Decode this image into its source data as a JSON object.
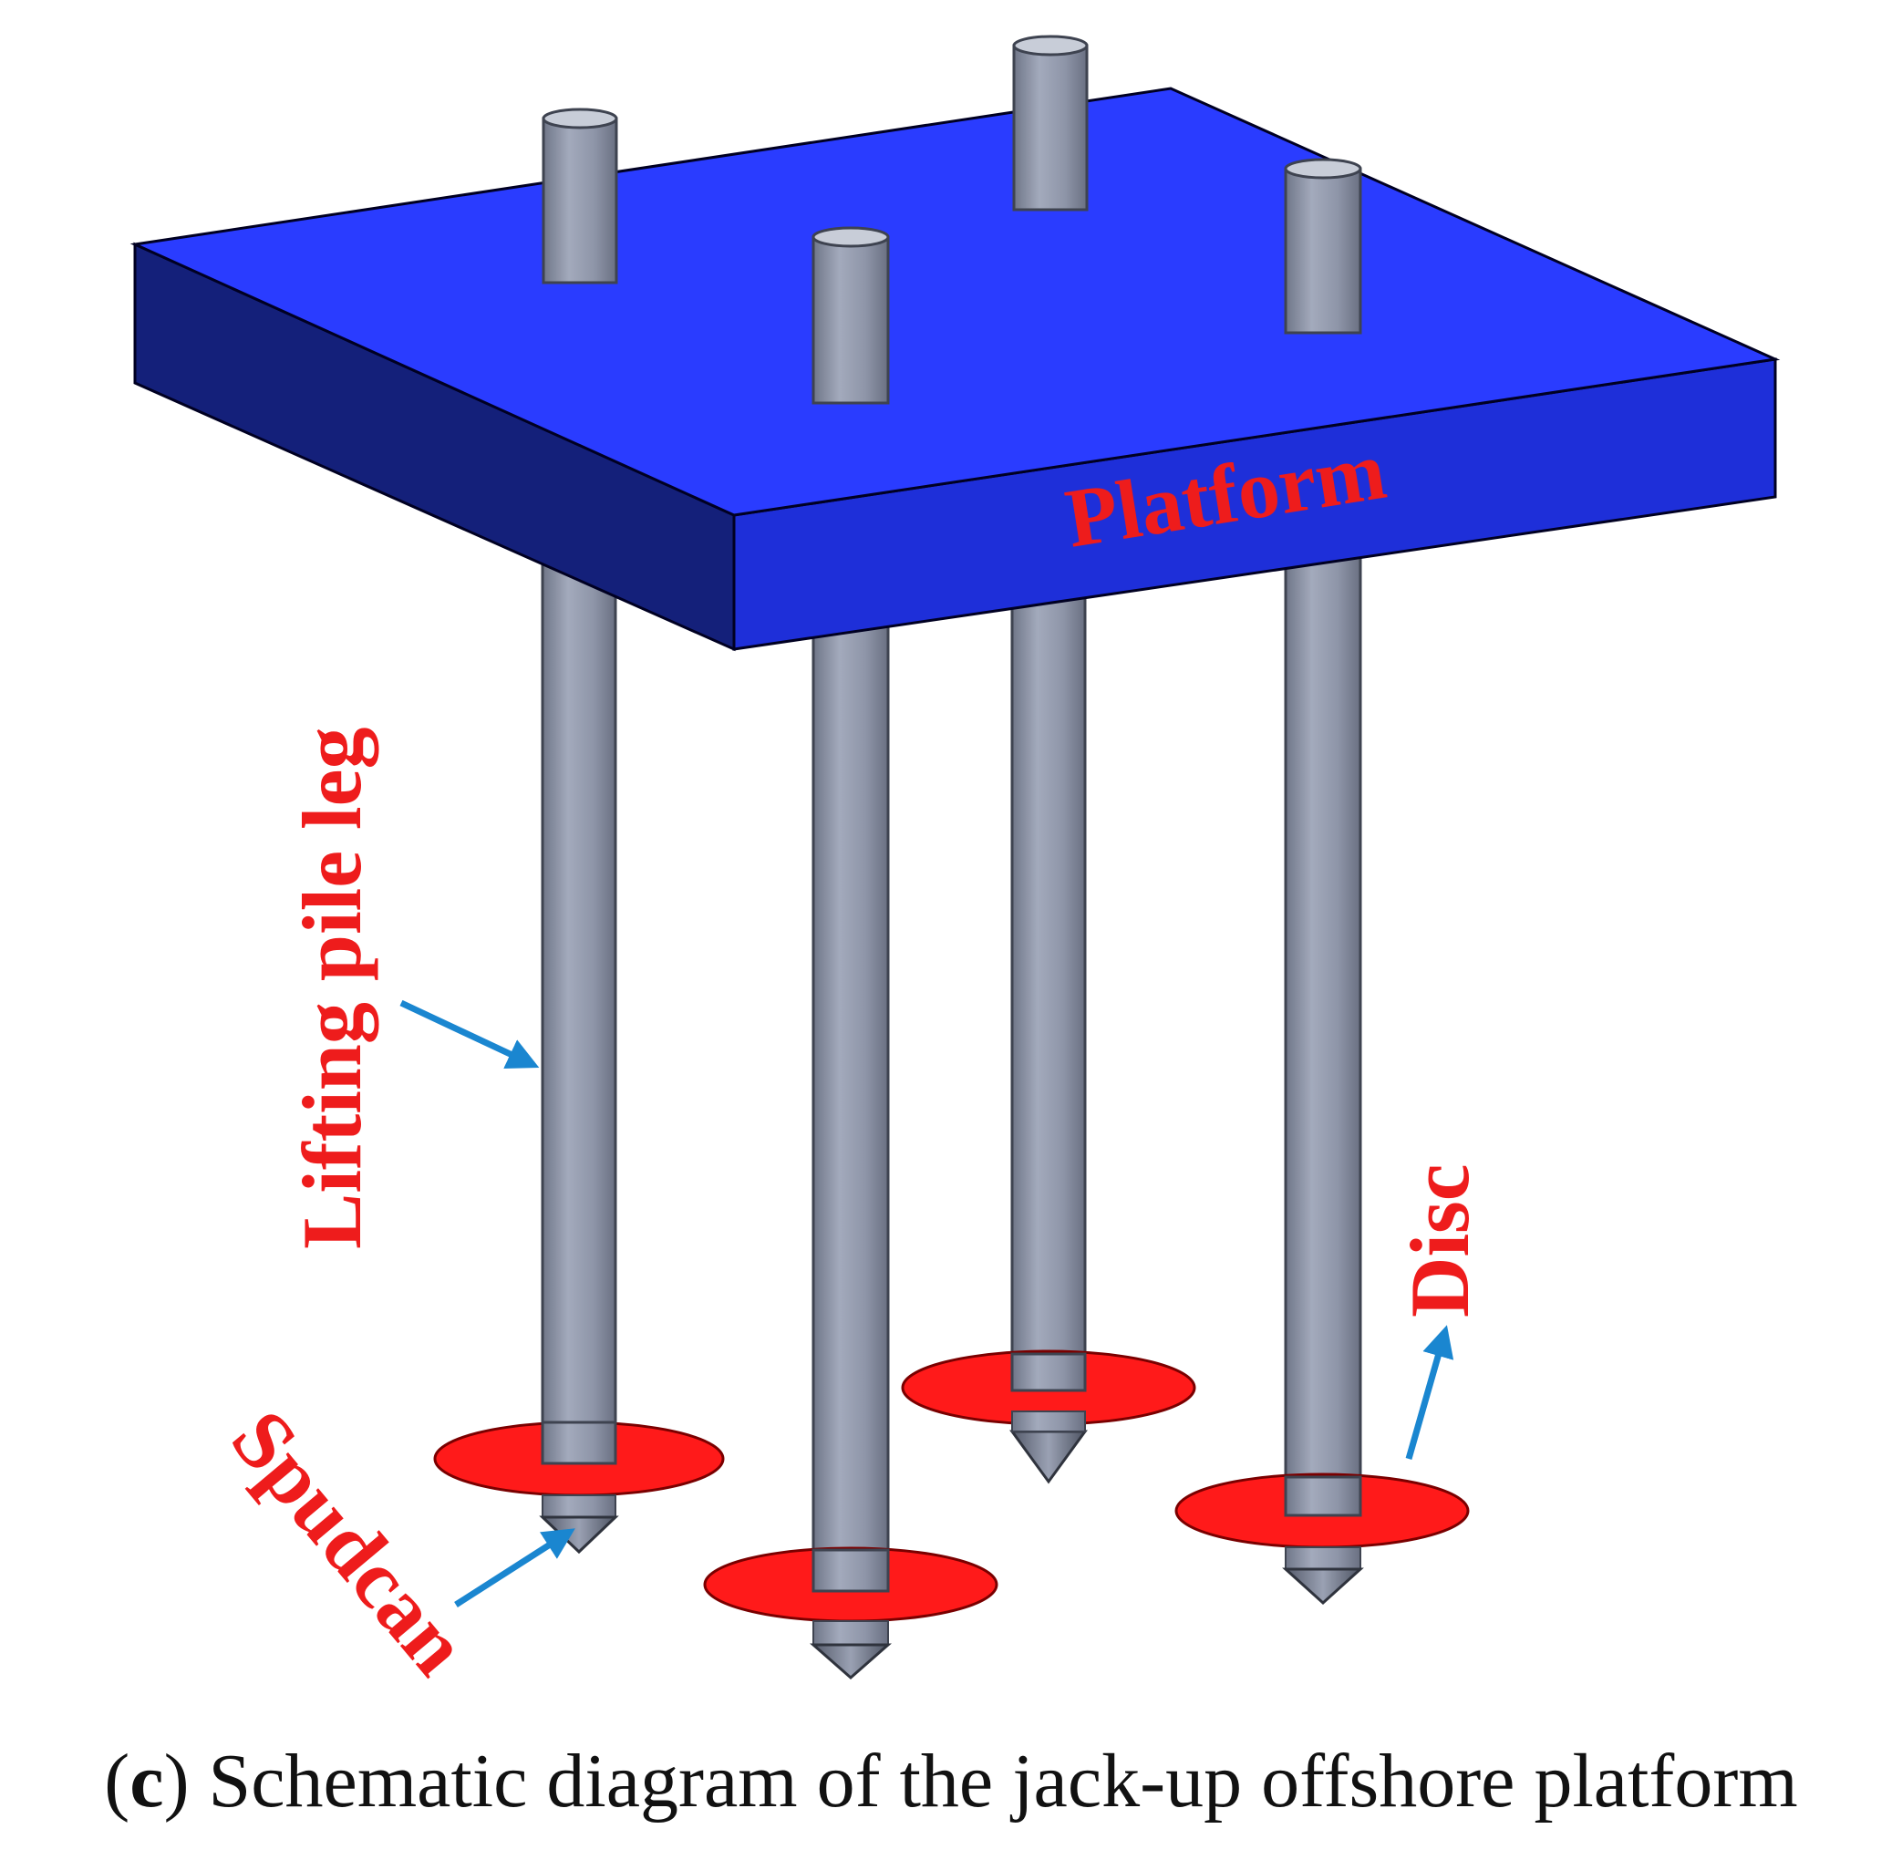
{
  "labels": {
    "platform": "Platform",
    "pile_leg": "Lifting pile leg",
    "disc": "Disc",
    "spudcan": "Spudcan"
  },
  "caption": {
    "open": "(",
    "letter": "c",
    "close": ")",
    "text": " Schematic diagram of the jack-up offshore platform"
  },
  "colors": {
    "platform_top": "#2a3cff",
    "platform_front": "#1e2fd9",
    "platform_left": "#14207a",
    "leg": "#8e95a8",
    "disc": "#ff1a1a",
    "label": "#ee1c1c",
    "arrow": "#1a86d0"
  }
}
